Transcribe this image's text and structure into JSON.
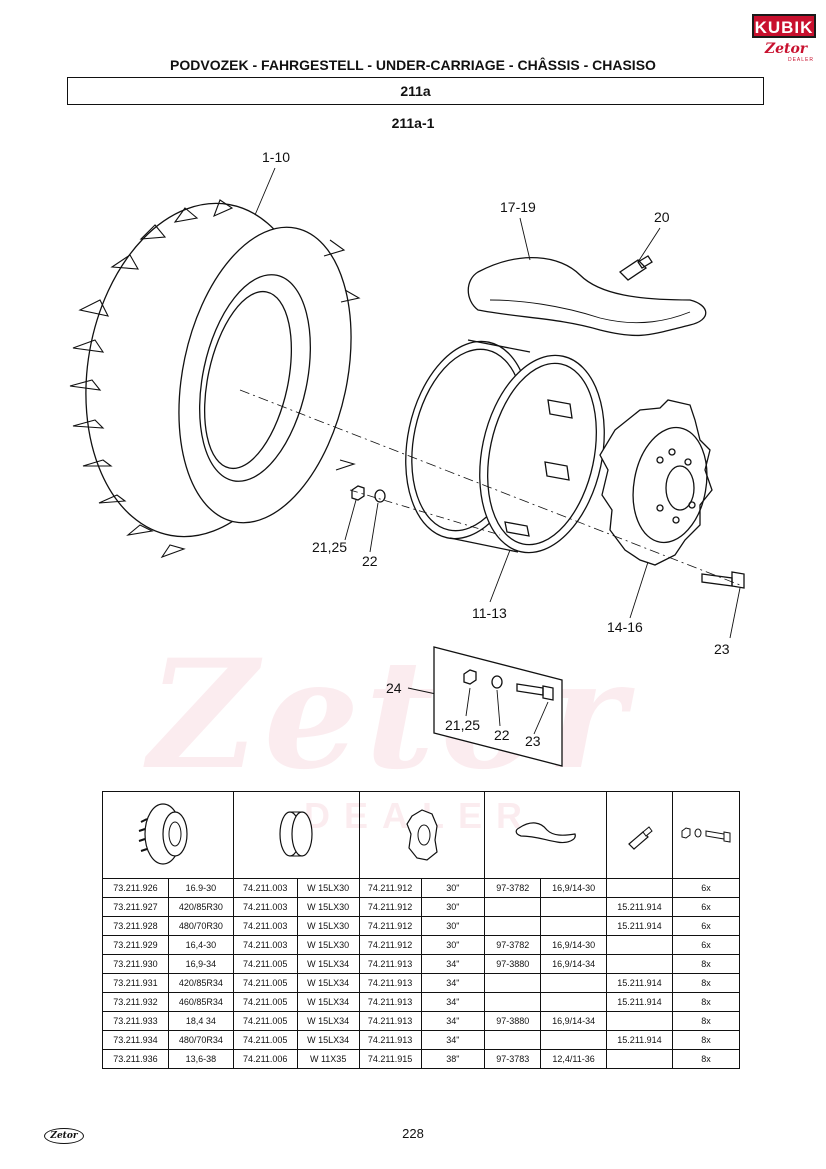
{
  "logo": {
    "top": "KUBIK",
    "brand": "Zetor",
    "tag": "DEALER"
  },
  "header": {
    "title": "PODVOZEK - FAHRGESTELL - UNDER-CARRIAGE - CHÂSSIS - CHASISO",
    "section": "211a",
    "figure": "211a-1"
  },
  "watermark": {
    "brand": "Zetor",
    "tag": "DEALER"
  },
  "callouts": {
    "tire": "1-10",
    "tube": "17-19",
    "valve": "20",
    "nut": "21,25",
    "washer": "22",
    "rim": "11-13",
    "disc": "14-16",
    "bolt": "23",
    "kit": "24",
    "kit_nut": "21,25",
    "kit_washer": "22",
    "kit_bolt": "23"
  },
  "table": {
    "icon_names": [
      "tire-icon",
      "rim-icon",
      "wheel-disc-icon",
      "inner-tube-icon",
      "valve-icon",
      "bolt-set-icon"
    ],
    "rows": [
      [
        "73.211.926",
        "16.9-30",
        "74.211.003",
        "W 15LX30",
        "74.211.912",
        "30\"",
        "97-3782",
        "16,9/14-30",
        "",
        "6x"
      ],
      [
        "73.211.927",
        "420/85R30",
        "74.211.003",
        "W 15LX30",
        "74.211.912",
        "30\"",
        "",
        "",
        "15.211.914",
        "6x"
      ],
      [
        "73.211.928",
        "480/70R30",
        "74.211.003",
        "W 15LX30",
        "74.211.912",
        "30\"",
        "",
        "",
        "15.211.914",
        "6x"
      ],
      [
        "73.211.929",
        "16,4-30",
        "74.211.003",
        "W 15LX30",
        "74.211.912",
        "30\"",
        "97-3782",
        "16,9/14-30",
        "",
        "6x"
      ],
      [
        "73.211.930",
        "16,9-34",
        "74.211.005",
        "W 15LX34",
        "74.211.913",
        "34\"",
        "97-3880",
        "16,9/14-34",
        "",
        "8x"
      ],
      [
        "73.211.931",
        "420/85R34",
        "74.211.005",
        "W 15LX34",
        "74.211.913",
        "34\"",
        "",
        "",
        "15.211.914",
        "8x"
      ],
      [
        "73.211.932",
        "460/85R34",
        "74.211.005",
        "W 15LX34",
        "74.211.913",
        "34\"",
        "",
        "",
        "15.211.914",
        "8x"
      ],
      [
        "73.211.933",
        "18,4 34",
        "74.211.005",
        "W 15LX34",
        "74.211.913",
        "34\"",
        "97-3880",
        "16,9/14-34",
        "",
        "8x"
      ],
      [
        "73.211.934",
        "480/70R34",
        "74.211.005",
        "W 15LX34",
        "74.211.913",
        "34\"",
        "",
        "",
        "15.211.914",
        "8x"
      ],
      [
        "73.211.936",
        "13,6-38",
        "74.211.006",
        "W 11X35",
        "74.211.915",
        "38\"",
        "97-3783",
        "12,4/11-36",
        "",
        "8x"
      ]
    ]
  },
  "footer": {
    "logo": "Zetor",
    "page": "228"
  }
}
